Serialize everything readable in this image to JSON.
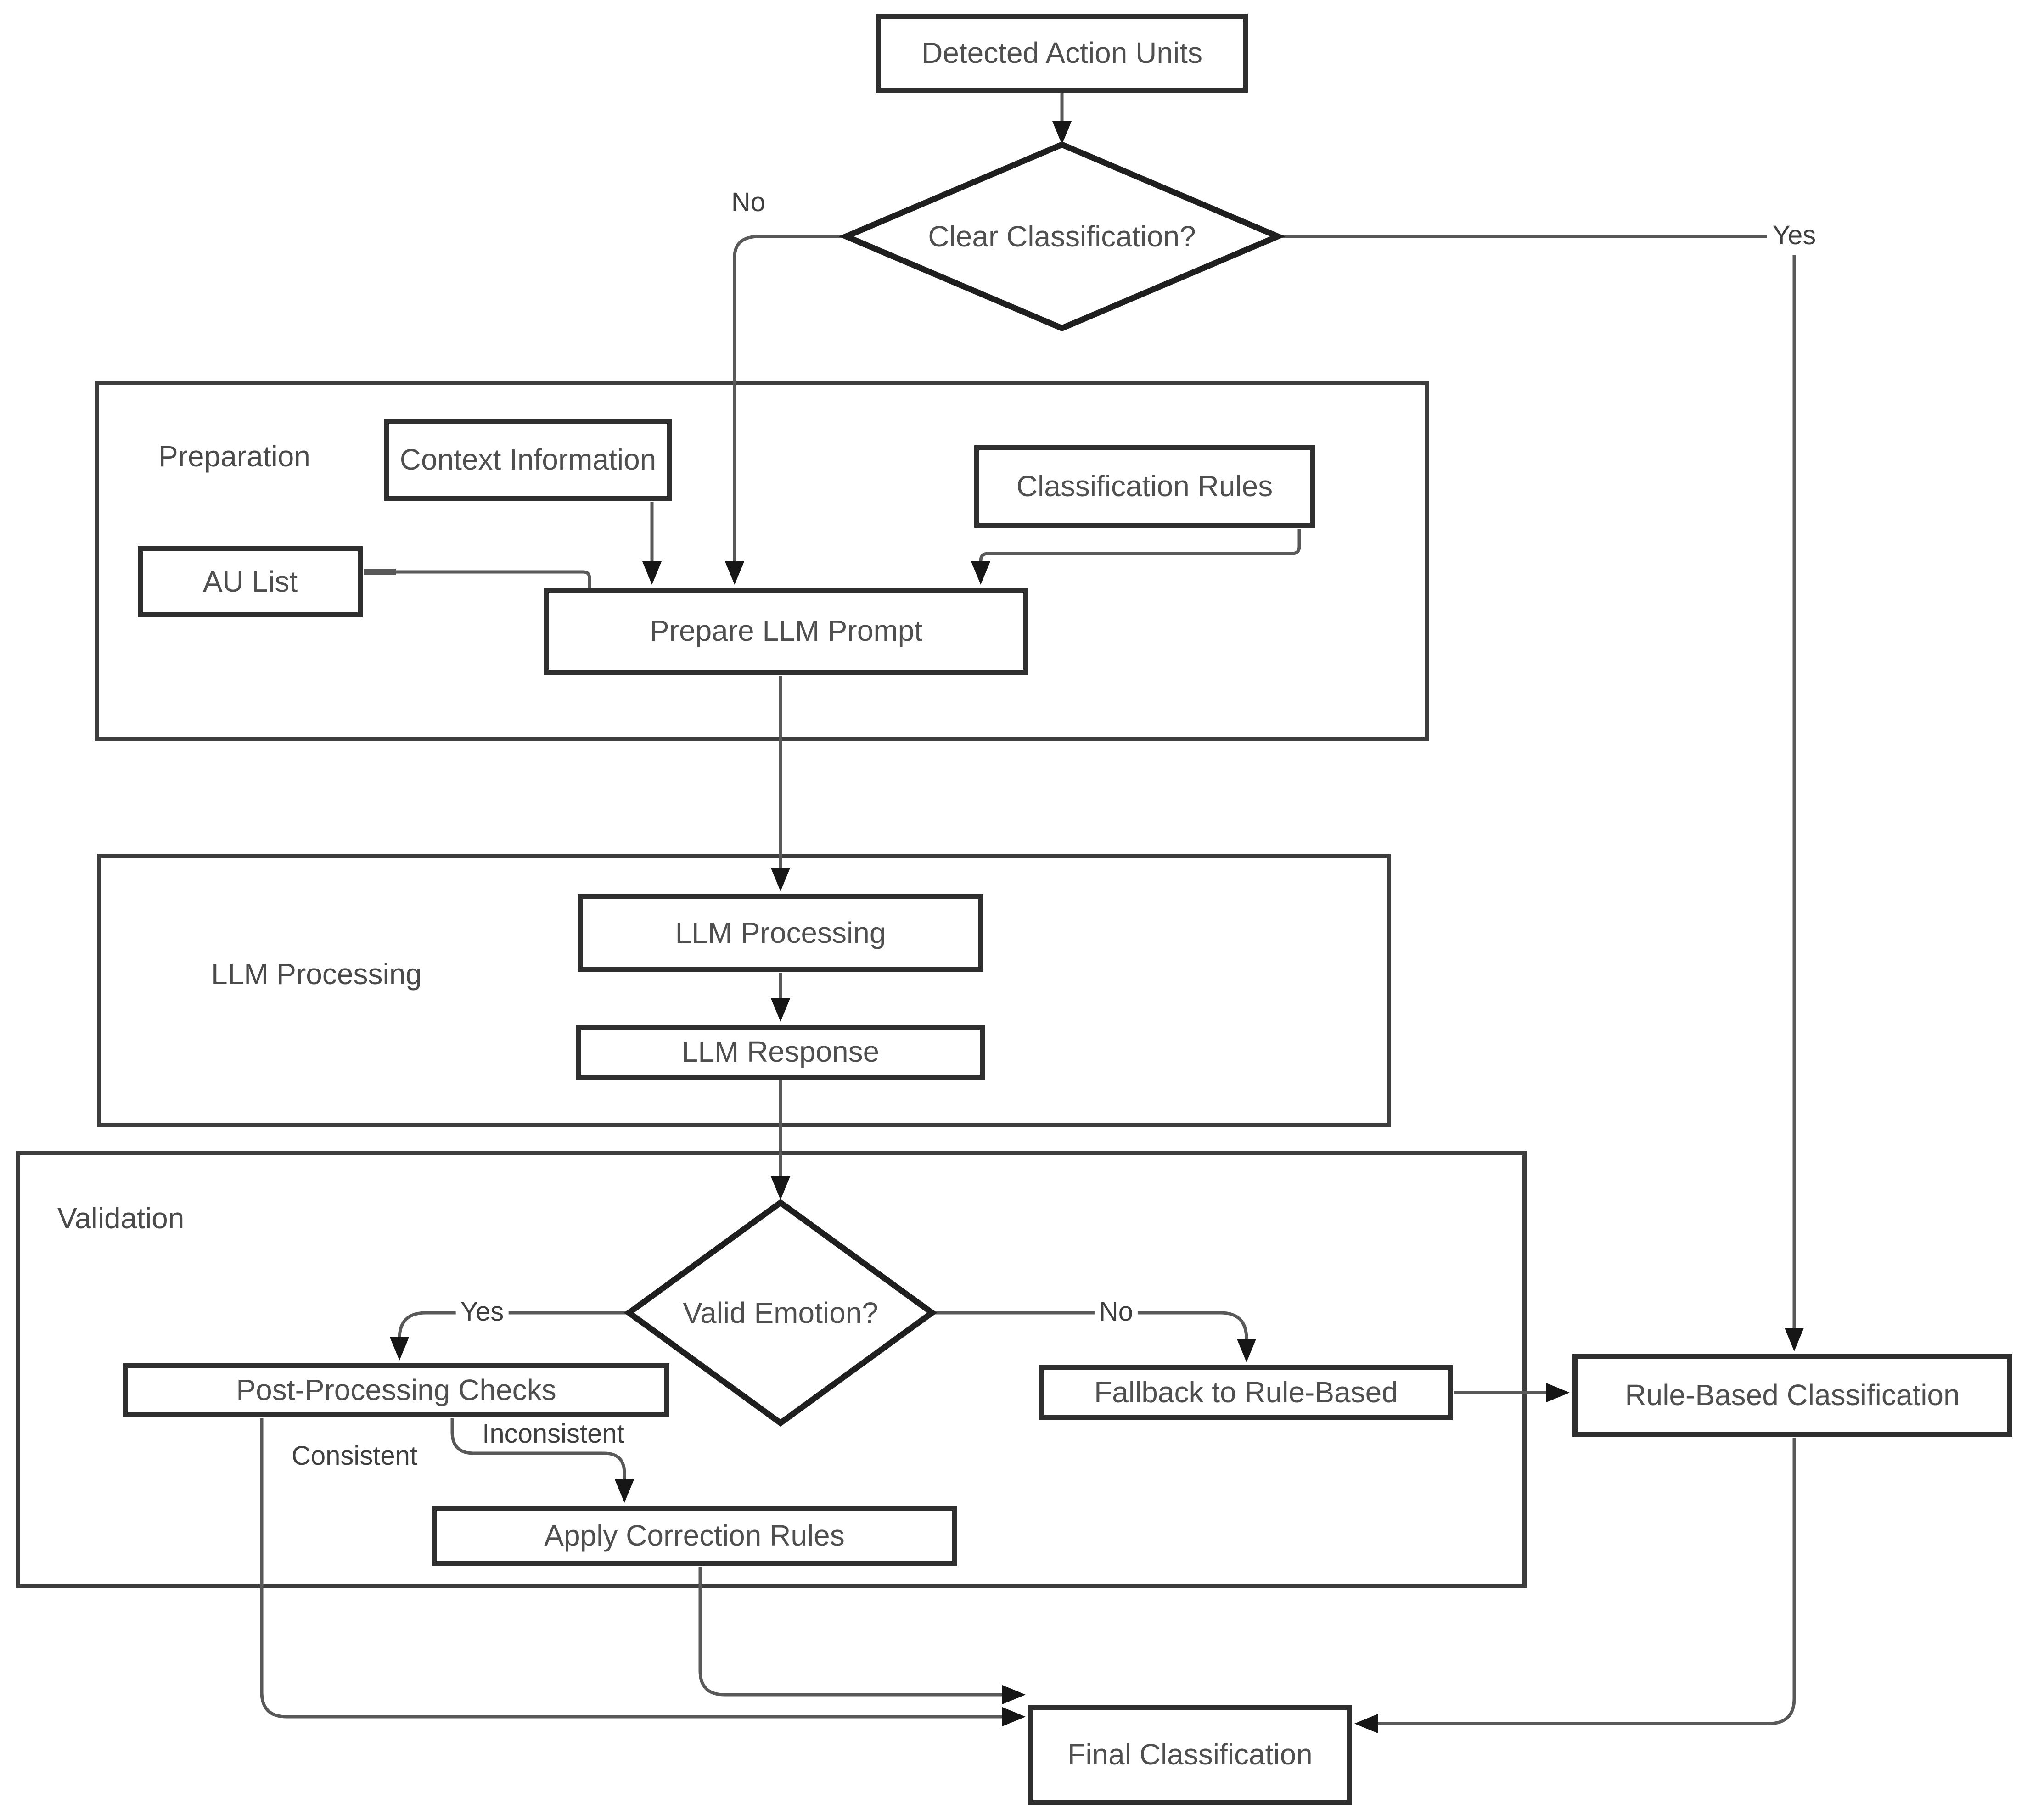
{
  "diagram": {
    "type": "flowchart",
    "background": "#ffffff",
    "colors": {
      "box_border": "#2f2f2f",
      "group_border": "#3d3d3d",
      "line": "#595959",
      "arrowhead": "#161616",
      "text": "#4f4f4f"
    },
    "nodes": {
      "detected_action_units": {
        "label": "Detected Action Units"
      },
      "clear_classification": {
        "label": "Clear Classification?"
      },
      "context_information": {
        "label": "Context Information"
      },
      "au_list": {
        "label": "AU List"
      },
      "classification_rules": {
        "label": "Classification Rules"
      },
      "prepare_llm_prompt": {
        "label": "Prepare LLM Prompt"
      },
      "llm_processing": {
        "label": "LLM Processing"
      },
      "llm_response": {
        "label": "LLM Response"
      },
      "valid_emotion": {
        "label": "Valid Emotion?"
      },
      "post_processing_checks": {
        "label": "Post-Processing Checks"
      },
      "fallback_to_rule_based": {
        "label": "Fallback to Rule-Based"
      },
      "apply_correction_rules": {
        "label": "Apply Correction Rules"
      },
      "rule_based_classification": {
        "label": "Rule-Based Classification"
      },
      "final_classification": {
        "label": "Final Classification"
      }
    },
    "containers": {
      "preparation": {
        "label": "Preparation"
      },
      "llm": {
        "label": "LLM Processing"
      },
      "validation": {
        "label": "Validation"
      }
    },
    "edge_labels": {
      "clear_no": "No",
      "clear_yes": "Yes",
      "valid_yes": "Yes",
      "valid_no": "No",
      "consistent": "Consistent",
      "inconsistent": "Inconsistent"
    }
  }
}
